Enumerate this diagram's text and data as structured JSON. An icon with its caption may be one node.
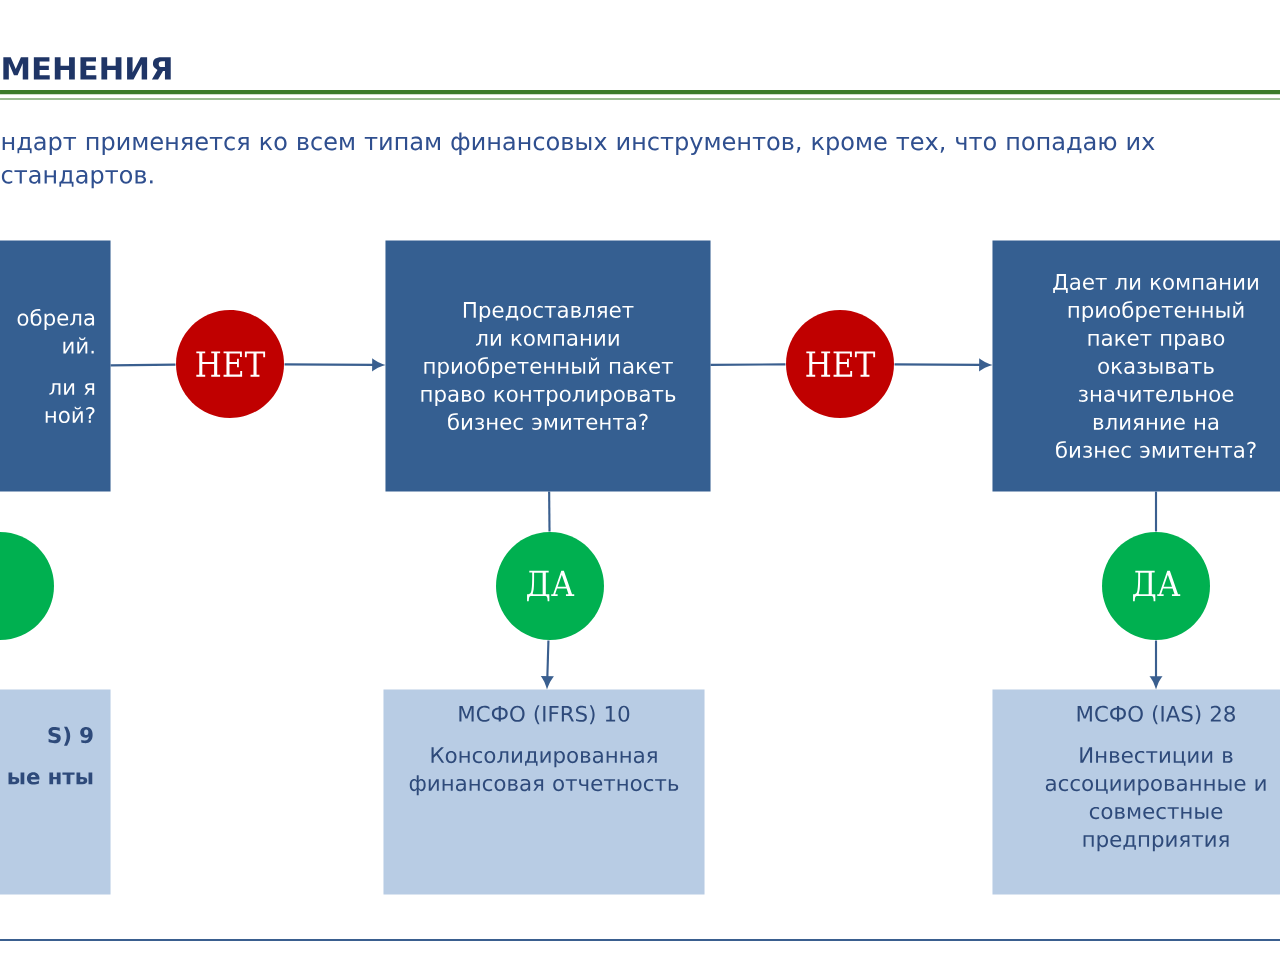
{
  "diagram": {
    "title": "МЕНЕНИЯ",
    "nodes": [
      {
        "text": [
          "обрела ий.",
          "ли я ной?"
        ]
      },
      {
        "text": [
          "НЕТ"
        ]
      },
      {
        "text": [
          "Предоставляет ли компании приобретенный пакет право контролировать бизнес эмитента?"
        ]
      },
      {
        "text": [
          "НЕТ"
        ]
      },
      {
        "text": [
          "Дает ли компании приобретенный пакет право оказывать значительное влияние на бизнес эмитента?"
        ]
      },
      {
        "text": [],
        "shape": "circle"
      },
      {
        "text": [
          "ДА"
        ]
      },
      {
        "text": [
          "ДА"
        ]
      },
      {
        "text": [
          "S) 9",
          "ые нты"
        ]
      },
      {
        "text": [
          "МСФО (IFRS) 10",
          "Консолидированная финансовая отчетность"
        ]
      },
      {
        "text": [
          "МСФО (IAS) 28",
          "Инвестиции в ассоциированные и совместные предприятия"
        ]
      }
    ],
    "edges": [
      {
        "from": 0,
        "to": 1,
        "arrow": "none"
      },
      {
        "from": 1,
        "to": 2,
        "arrow": "to"
      },
      {
        "from": 2,
        "to": 3,
        "arrow": "none"
      },
      {
        "from": 3,
        "to": 4,
        "arrow": "to"
      },
      {
        "from": 2,
        "to": 6,
        "arrow": "none"
      },
      {
        "from": 6,
        "to": 9,
        "arrow": "to"
      },
      {
        "from": 4,
        "to": 7,
        "arrow": "none"
      },
      {
        "from": 7,
        "to": 10,
        "arrow": "to"
      }
    ],
    "labels": [
      "ндарт применяется ко всем типам финансовых инструментов, кроме тех, что попадаю их стандартов."
    ]
  }
}
